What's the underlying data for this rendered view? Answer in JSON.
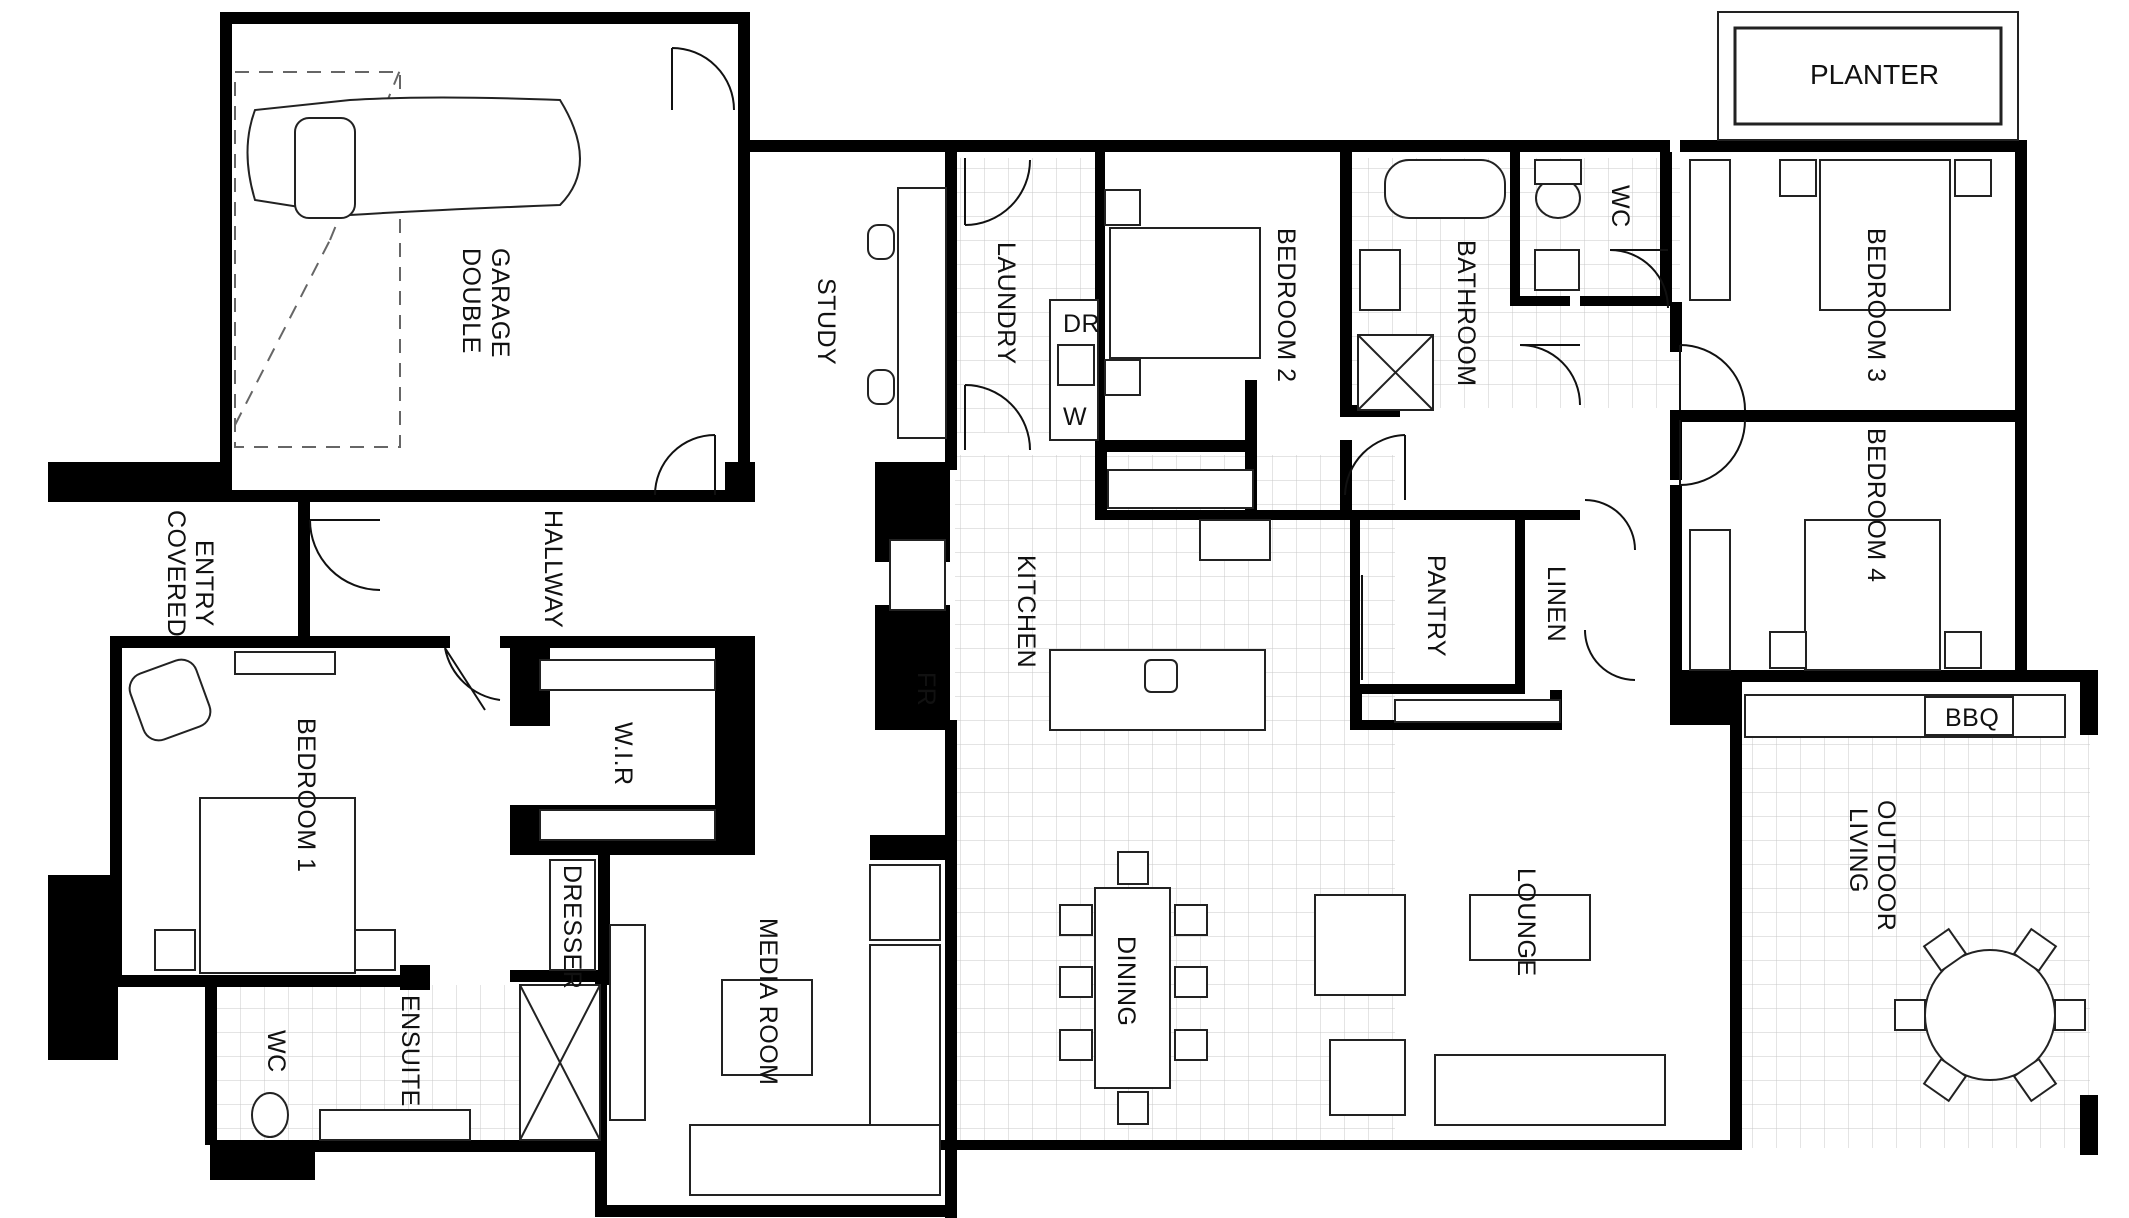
{
  "rooms": {
    "double_garage": [
      "DOUBLE",
      "GARAGE"
    ],
    "study": "STUDY",
    "laundry": "LAUNDRY",
    "bedroom_2": "BEDROOM 2",
    "bathroom": "BATHROOM",
    "wc_main": "WC",
    "bedroom_3": "BEDROOM 3",
    "planter": "PLANTER",
    "covered_entry": [
      "COVERED",
      "ENTRY"
    ],
    "hallway": "HALLWAY",
    "kitchen": "KITCHEN",
    "pantry": "PANTRY",
    "linen": "LINEN",
    "bedroom_4": "BEDROOM 4",
    "bbq": "BBQ",
    "bedroom_1": "BEDROOM 1",
    "wir": "W.I.R",
    "dresser": "DRESSER",
    "ensuite": "ENSUITE",
    "wc_ensuite": "WC",
    "media_room": "MEDIA ROOM",
    "dining": "DINING",
    "lounge": "LOUNGE",
    "outdoor_living": [
      "OUTDOOR",
      "LIVING"
    ]
  },
  "fixtures": {
    "dryer": "DR",
    "washer": "W",
    "fridge": "FR"
  }
}
